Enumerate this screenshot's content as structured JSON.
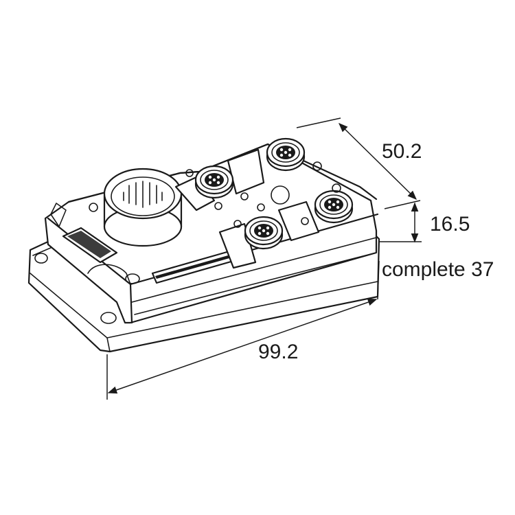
{
  "dimensions": {
    "depth": "50.2",
    "height": "16.5",
    "complete_height": "complete 37",
    "length": "99.2"
  },
  "colors": {
    "line": "#1a1a1a",
    "background": "#ffffff"
  }
}
